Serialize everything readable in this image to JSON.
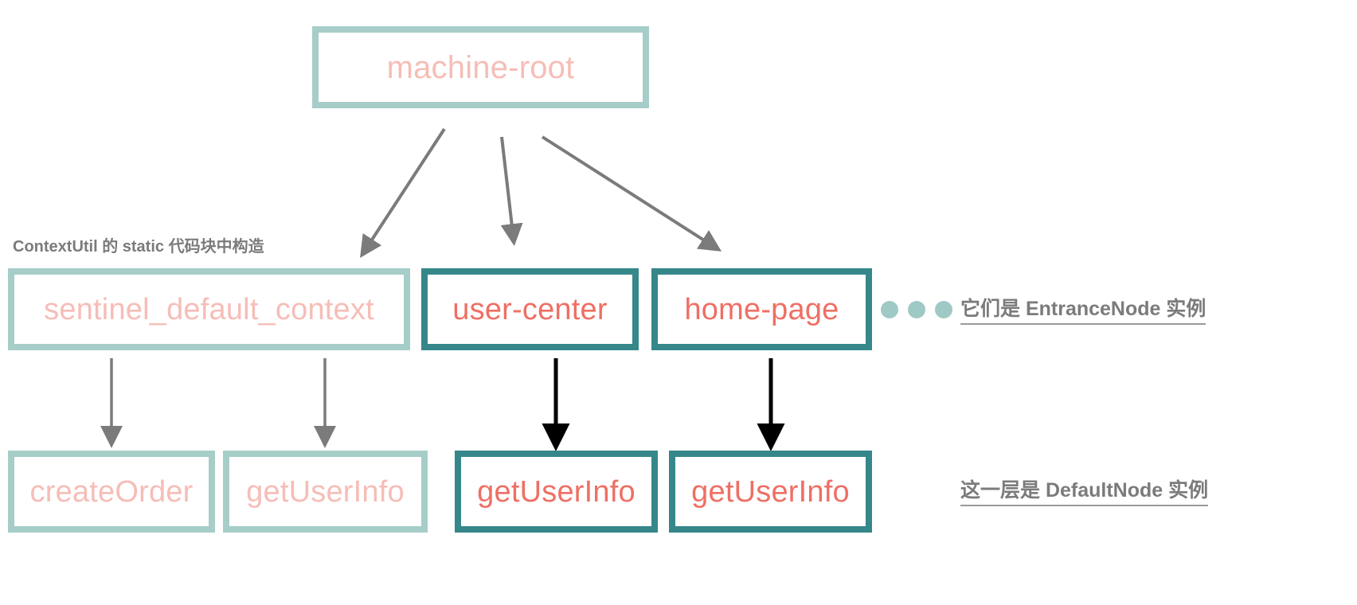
{
  "diagram": {
    "title": "Sentinel node tree",
    "colors": {
      "pale_border": "#a6cdc8",
      "pale_text": "#f6bdb7",
      "strong_border": "#35878a",
      "strong_text": "#ef6f64",
      "annotation_text": "#7b7b7b",
      "arrow_gray": "#7b7b7b",
      "arrow_black": "#000000",
      "dot": "#9fc9c5",
      "background": "#ffffff"
    },
    "root": {
      "label": "machine-root",
      "style": "light"
    },
    "middle_row": [
      {
        "label": "sentinel_default_context",
        "style": "light"
      },
      {
        "label": "user-center",
        "style": "dark"
      },
      {
        "label": "home-page",
        "style": "dark"
      }
    ],
    "leaf_row": [
      {
        "label": "createOrder",
        "style": "light"
      },
      {
        "label": "getUserInfo",
        "style": "light"
      },
      {
        "label": "getUserInfo",
        "style": "dark"
      },
      {
        "label": "getUserInfo",
        "style": "dark"
      }
    ],
    "annotations": {
      "context_util_note": "ContextUtil 的 static 代码块中构造",
      "entrance_node_legend": "它们是 EntranceNode 实例",
      "default_node_legend": "这一层是 DefaultNode 实例"
    },
    "legend_dots_count": 3
  }
}
